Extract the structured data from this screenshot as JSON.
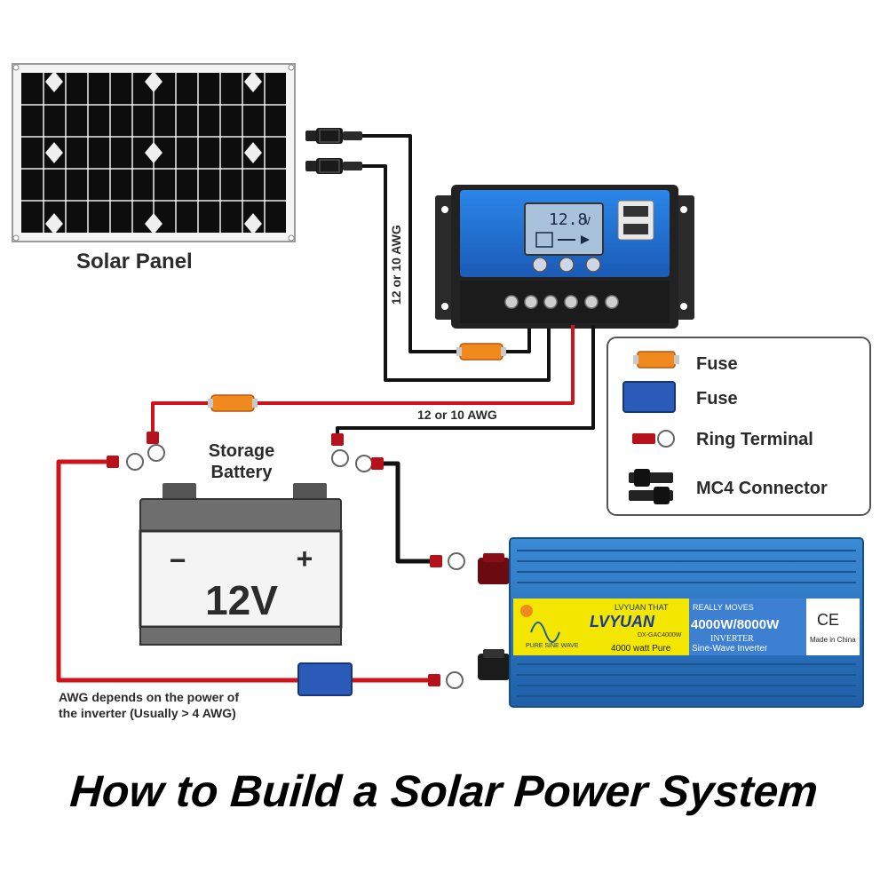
{
  "title": "How to Build a Solar Power System",
  "solar_panel": {
    "label": "Solar Panel"
  },
  "wire_labels": {
    "panel_to_controller": "12 or 10 AWG",
    "controller_to_battery": "12 or 10 AWG",
    "battery_to_inverter": "AWG depends on the power of",
    "battery_to_inverter_line2": "the inverter (Usually > 4 AWG)"
  },
  "charge_controller": {
    "display_value": "12.8",
    "display_unit": "V"
  },
  "battery": {
    "label_line1": "Storage",
    "label_line2": "Battery",
    "voltage": "12V",
    "neg_symbol": "−",
    "pos_symbol": "+"
  },
  "legend": {
    "items": [
      {
        "label": "Fuse",
        "icon": "orange-fuse-icon",
        "color": "#f08a1e"
      },
      {
        "label": "Fuse",
        "icon": "blue-fuse-icon",
        "color": "#2b5bb8"
      },
      {
        "label": "Ring Terminal",
        "icon": "ring-terminal-icon",
        "color": "#b5121b"
      },
      {
        "label": "MC4 Connector",
        "icon": "mc4-connector-icon",
        "color": "#222222"
      }
    ]
  },
  "inverter": {
    "brand_top": "LVYUAN THAT",
    "brand_top_right": "REALLY MOVES",
    "brand": "LVYUAN",
    "model": "DX-GAC4000W",
    "power": "4000W/8000W",
    "type": "INVERTER",
    "spec_left": "4000 watt Pure",
    "spec_right": "Sine-Wave Inverter",
    "wave_label": "PURE SINE WAVE",
    "ce": "CE",
    "origin": "Made in China"
  },
  "colors": {
    "wire_red": "#d0121b",
    "wire_black": "#111111",
    "controller_blue": "#1f6fd6",
    "inverter_blue": "#2b78c2",
    "inverter_yellow": "#f3e600"
  }
}
